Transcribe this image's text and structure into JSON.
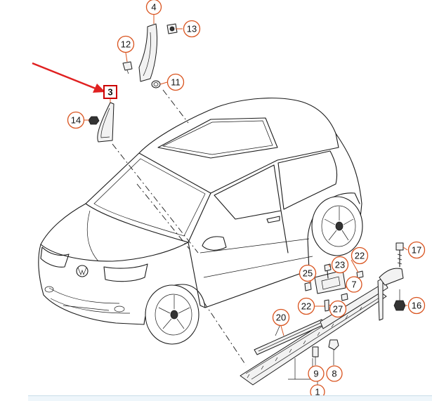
{
  "diagram": {
    "colors": {
      "callout": "#d9531e",
      "arrow": "#e02020",
      "highlight_box": "#cc0000",
      "line": "#1a1a1a"
    },
    "highlighted_part": "3",
    "callouts": {
      "c1": "1",
      "c3": "3",
      "c4": "4",
      "c7": "7",
      "c8": "8",
      "c9": "9",
      "c11": "11",
      "c12": "12",
      "c13": "13",
      "c14": "14",
      "c16": "16",
      "c17": "17",
      "c20": "20",
      "c22a": "22",
      "c22b": "22",
      "c23": "23",
      "c25": "25",
      "c27": "27"
    }
  }
}
